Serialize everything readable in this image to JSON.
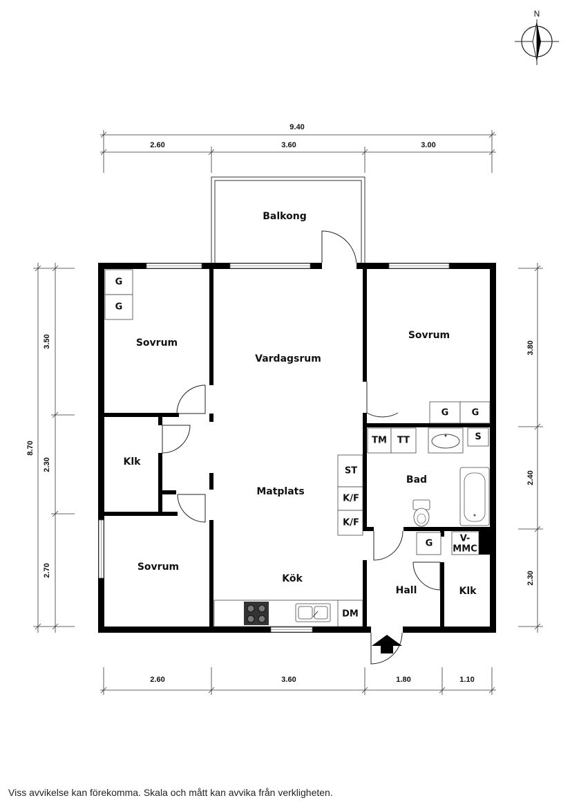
{
  "compass": {
    "north_label": "N"
  },
  "rooms": {
    "balkong": "Balkong",
    "sovrum_top_left": "Sovrum",
    "vardagsrum": "Vardagsrum",
    "sovrum_top_right": "Sovrum",
    "klk_left": "Klk",
    "matplats": "Matplats",
    "bad": "Bad",
    "sovrum_bottom_left": "Sovrum",
    "kok": "Kök",
    "hall": "Hall",
    "klk_right": "Klk"
  },
  "fixtures": {
    "g1": "G",
    "g2": "G",
    "g3": "G",
    "g4": "G",
    "g5": "G",
    "tm": "TM",
    "tt": "TT",
    "s": "S",
    "st": "ST",
    "kf1": "K/F",
    "kf2": "K/F",
    "dm": "DM",
    "vmmc_line1": "V-",
    "vmmc_line2": "MMC"
  },
  "dimensions": {
    "top_total": "9.40",
    "top_segments": [
      "2.60",
      "3.60",
      "3.00"
    ],
    "bottom_segments": [
      "2.60",
      "3.60",
      "1.80",
      "1.10"
    ],
    "left_total": "8.70",
    "left_segments": [
      "3.50",
      "2.30",
      "2.70"
    ],
    "right_segments": [
      "3.80",
      "2.40",
      "2.30"
    ]
  },
  "disclaimer": "Viss avvikelse kan förekomma. Skala och mått kan avvika från verkligheten."
}
